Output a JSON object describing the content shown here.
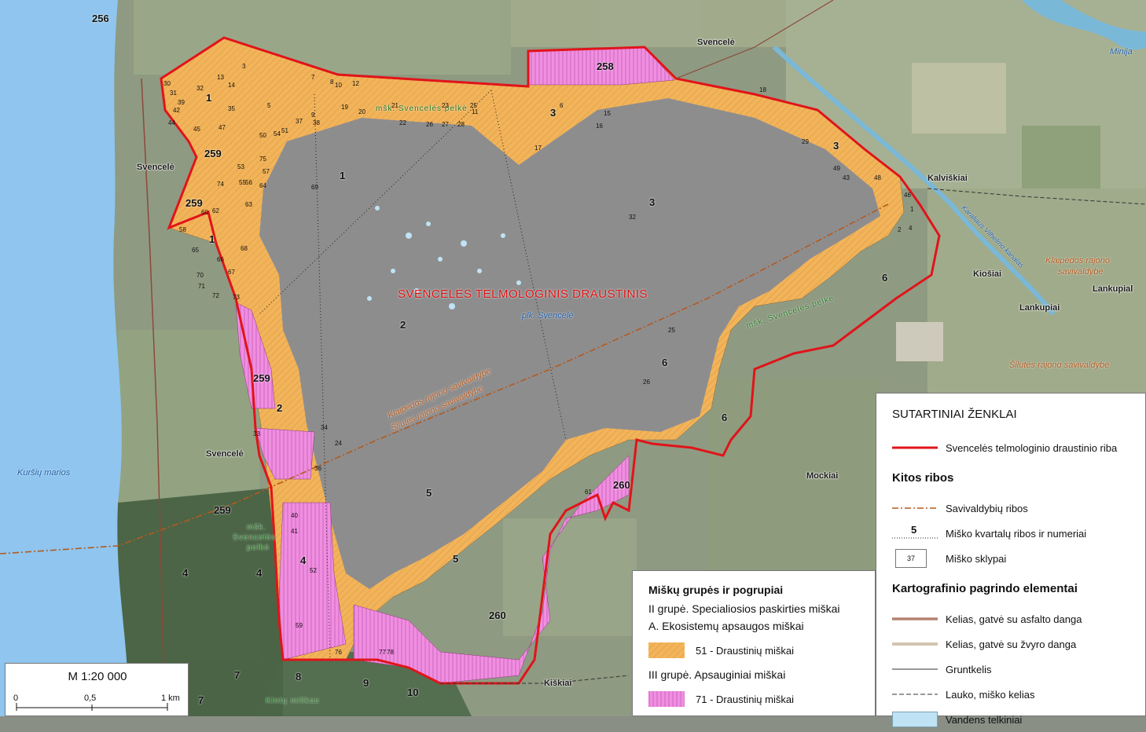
{
  "map": {
    "title": "SVENCELĖS TELMOLOGINIS DRAUSTINIS",
    "bog_name": "plk. Svencelė",
    "lagoon": "Kuršių marios",
    "river": "Minija",
    "canal": "Karaliaus Vilhelmo kanalas",
    "forest_peat_1": "mšk. Svencelės pelkė",
    "forest_peat_2": "mšk. Svencelės pelkė",
    "forest_peat_3_a": "mšk.",
    "forest_peat_3_b": "Svencelės",
    "forest_peat_3_c": "pelkė",
    "kintai_forest": "Kintų miškas",
    "muni_klaipeda_diag": "Klaipėdos rajono savivaldybė",
    "muni_silute_diag": "Šilutės rajono savivaldybė",
    "muni_klaipeda_a": "Klaipėdos rajono",
    "muni_klaipeda_b": "savivaldybė",
    "muni_silute_east": "Šilutės rajono savivaldybė",
    "places": {
      "svencele_n": "Svencelė",
      "svencele_w": "Svencelė",
      "svencele_sw": "Svencelė",
      "kalviskiai": "Kalviškiai",
      "kiosiai": "Kiošiai",
      "lankupiai": "Lankupiai",
      "lankupial": "Lankupial",
      "mockiai": "Mockiai",
      "kiskiai": "Kiškiai"
    },
    "quarters": {
      "q256": "256",
      "q258": "258",
      "q259a": "259",
      "q259b": "259",
      "q259c": "259",
      "q259d": "259",
      "q260a": "260",
      "q260b": "260",
      "q1a": "1",
      "q1b": "1",
      "q1c": "1",
      "q2a": "2",
      "q2b": "2",
      "q3a": "3",
      "q3b": "3",
      "q3c": "3",
      "q4a": "4",
      "q4b": "4",
      "q4c": "4",
      "q5a": "5",
      "q5b": "5",
      "q6a": "6",
      "q6b": "6",
      "q6c": "6",
      "q7a": "7",
      "q7b": "7",
      "q8": "8",
      "q9": "9",
      "q10": "10"
    },
    "stands": [
      "30",
      "31",
      "39",
      "42",
      "44",
      "32",
      "13",
      "14",
      "3",
      "45",
      "47",
      "35",
      "50",
      "54",
      "51",
      "53",
      "75",
      "57",
      "74",
      "55",
      "56",
      "64",
      "63",
      "58",
      "60",
      "62",
      "65",
      "66",
      "68",
      "70",
      "71",
      "67",
      "73",
      "72",
      "69",
      "5",
      "7",
      "8",
      "10",
      "12",
      "11",
      "16",
      "17",
      "9",
      "19",
      "20",
      "21",
      "23",
      "25",
      "22",
      "26",
      "27",
      "28",
      "29",
      "38",
      "37",
      "6",
      "15",
      "18",
      "24",
      "36",
      "34",
      "33",
      "40",
      "41",
      "43",
      "46",
      "48",
      "49",
      "52",
      "59",
      "61",
      "76",
      "77",
      "78",
      "2",
      "4",
      "1",
      "32",
      "25",
      "26"
    ]
  },
  "legend": {
    "title": "SUTARTINIAI ŽENKLAI",
    "boundary": "Svencelės telmologinio draustinio riba",
    "other_bounds": "Kitos ribos",
    "municipal": "Savivaldybių ribos",
    "quarter_num": "5",
    "quarters": "Miško kvartalų ribos ir numeriai",
    "stand_num": "37",
    "stands": "Miško sklypai",
    "base": "Kartografinio pagrindo elementai",
    "road_asphalt": "Kelias, gatvė su asfalto danga",
    "road_gravel": "Kelias, gatvė su žvyro danga",
    "dirt": "Gruntkelis",
    "field_road": "Lauko, miško kelias",
    "water": "Vandens telkiniai"
  },
  "forest_legend": {
    "title": "Miškų grupės ir pogrupiai",
    "group2": "II grupė. Specialiosios paskirties miškai",
    "sub_a": "A. Ekosistemų apsaugos miškai",
    "item51": "51 - Draustinių miškai",
    "group3": "III grupė. Apsauginiai miškai",
    "item71": "71 - Draustinių miškai"
  },
  "scale": {
    "title": "M 1:20 000",
    "t0": "0",
    "t05": "0,5",
    "t1": "1 km"
  },
  "colors": {
    "boundary": "#e0141a",
    "orange": "#f2b45a",
    "pink": "#f08ee0",
    "water": "#bfe3f5",
    "municipal": "#b35a1f"
  }
}
